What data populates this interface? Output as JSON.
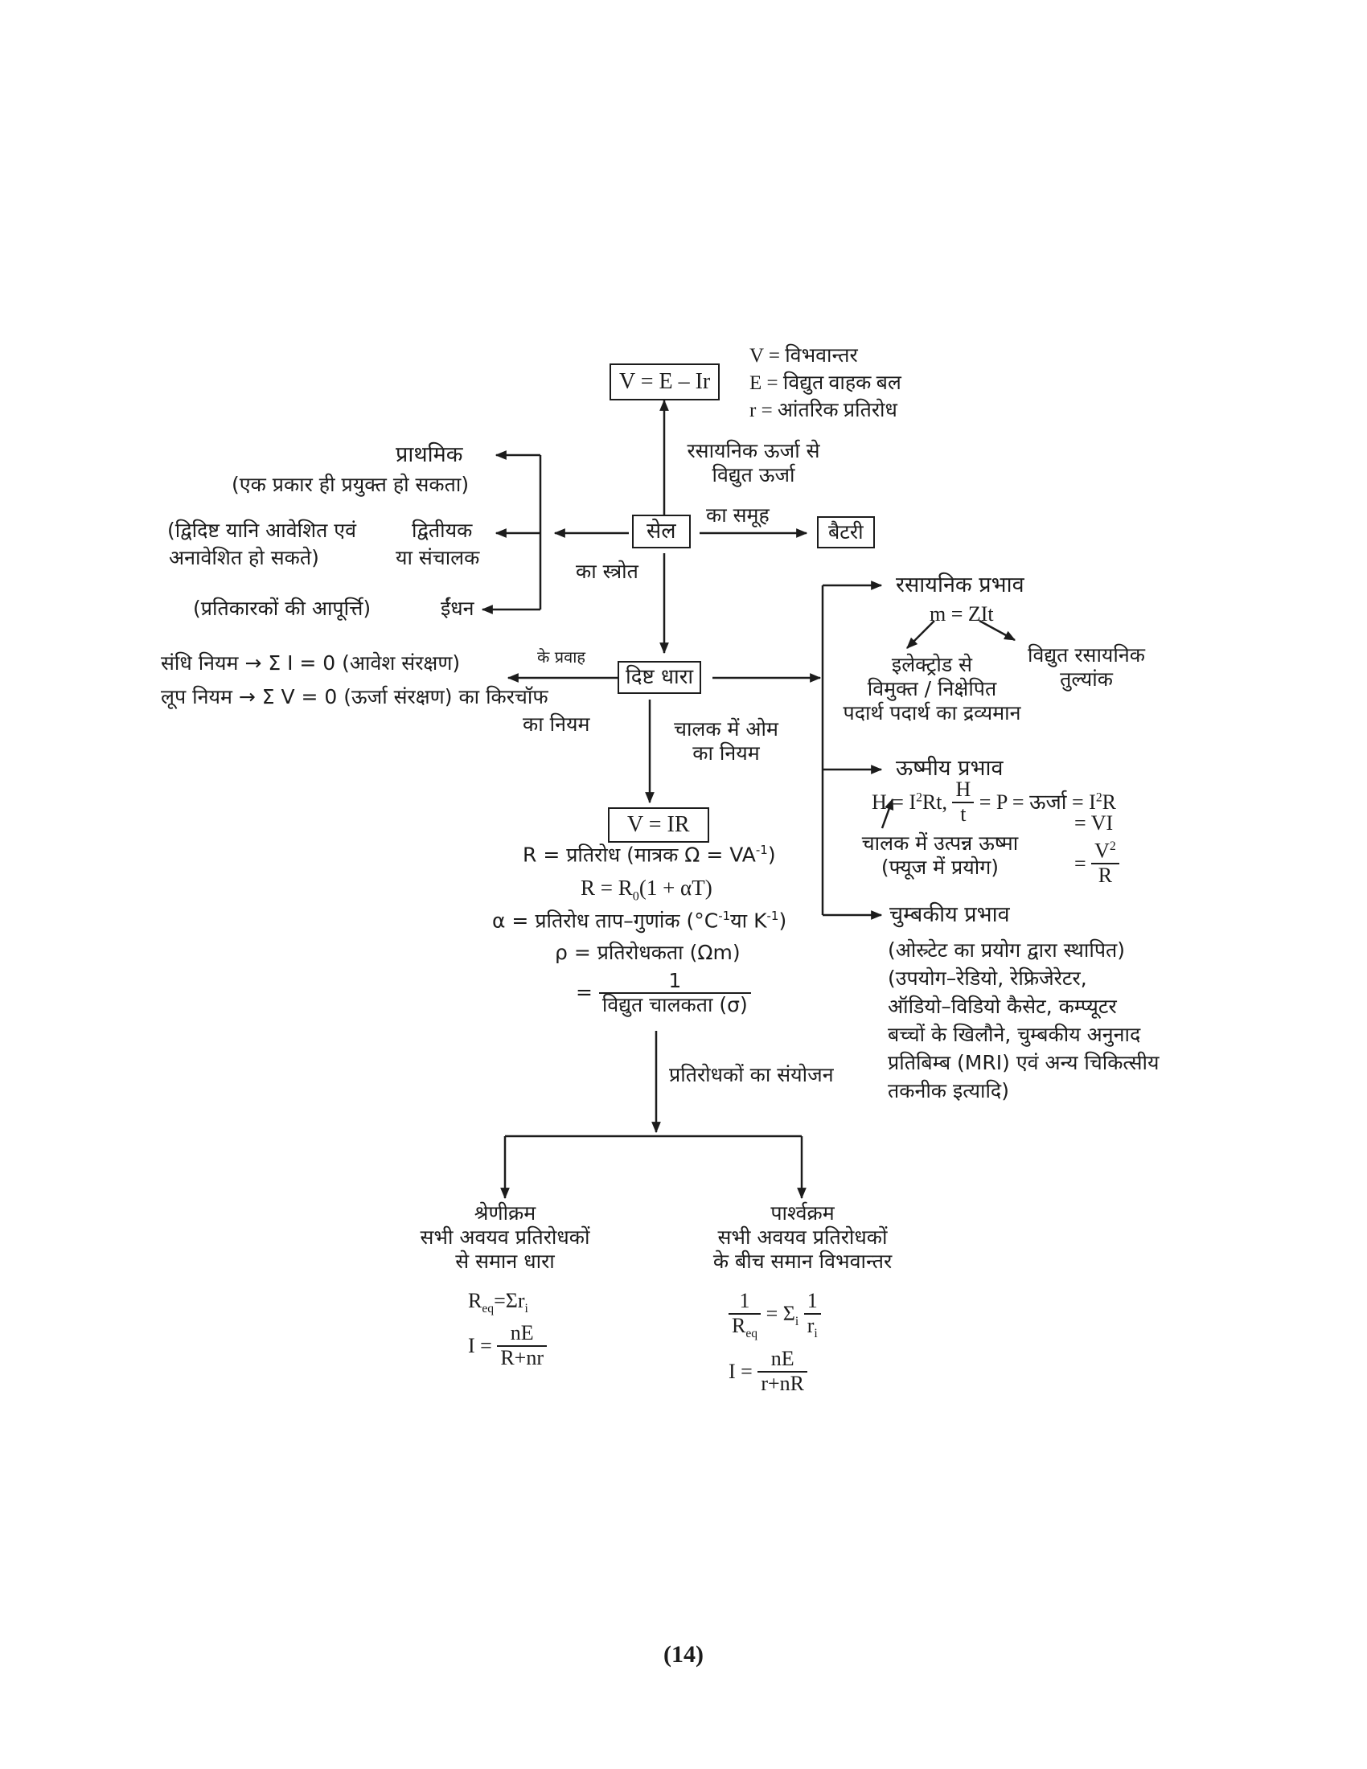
{
  "emf": {
    "formula": "V = E – Ir",
    "defs": [
      "V = विभवान्तर",
      "E = विद्युत वाहक बल",
      "r = आंतरिक प्रतिरोध"
    ]
  },
  "cell": {
    "label": "सेल",
    "up_edge": [
      "रसायनिक ऊर्जा से",
      "विद्युत ऊर्जा"
    ],
    "right_edge": "का समूह",
    "down_edge": "का स्त्रोत"
  },
  "battery": {
    "label": "बैटरी"
  },
  "cell_types": {
    "primary": {
      "label": "प्राथमिक",
      "note": "(एक प्रकार ही प्रयुक्त हो सकता)"
    },
    "secondary": {
      "note": [
        "(द्विदिष्ट यानि आवेशित एवं",
        "अनावेशित हो सकते)"
      ],
      "label": [
        "द्वितीयक",
        "या संचालक"
      ]
    },
    "fuel": {
      "note": "(प्रतिकारकों की आपूर्त्ति)",
      "label": "ईंधन"
    }
  },
  "dc": {
    "label": "दिष्ट धारा",
    "flow_label": "के प्रवाह",
    "ohm_edge": [
      "चालक में ओम",
      "का नियम"
    ]
  },
  "kirchhoff": {
    "junction": "संधि नियम → Σ I = 0 (आवेश संरक्षण)",
    "loop": "लूप नियम → Σ V = 0 (ऊर्जा संरक्षण) का किरचॉफ",
    "label": "का नियम"
  },
  "ohm": {
    "formula": "V = IR",
    "resistance_def_a": "R = प्रतिरोध (मात्रक Ω = VA",
    "resistance_def_sup": "-1",
    "resistance_def_b": ")",
    "temp_a": "R = R",
    "temp_sub": "0",
    "temp_b": "(1 + αT)",
    "alpha_a": "α = प्रतिरोध ताप–गुणांक (°C",
    "alpha_sup1": "-1",
    "alpha_mid": "या K",
    "alpha_sup2": "-1",
    "alpha_b": ")",
    "rho": "ρ = प्रतिरोधकता (Ωm)",
    "rho_eq": "=",
    "rho_num": "1",
    "rho_den": "विद्युत चालकता (σ)"
  },
  "combination": {
    "label": "प्रतिरोधकों का संयोजन",
    "series": {
      "title": "श्रेणीक्रम",
      "desc": [
        "सभी अवयव प्रतिरोधकों",
        "से समान धारा"
      ],
      "req_a": "R",
      "req_sub": "eq",
      "req_b": "=Σr",
      "req_sub2": "i",
      "current_lhs": "I =",
      "current_num": "nE",
      "current_den": "R+nr"
    },
    "parallel": {
      "title": "पार्श्वक्रम",
      "desc": [
        "सभी अवयव प्रतिरोधकों",
        "के बीच समान विभवान्तर"
      ],
      "req_num1": "1",
      "req_den1a": "R",
      "req_den1b": "eq",
      "req_mid": "= Σ",
      "req_mid_sub": "i",
      "req_num2": "1",
      "req_den2a": "r",
      "req_den2b": "i",
      "current_lhs": "I =",
      "current_num": "nE",
      "current_den": "r+nR"
    }
  },
  "effects": {
    "chemical": {
      "label": "रसायनिक प्रभाव",
      "formula": "m = ZIt",
      "mass": [
        "इलेक्ट्रोड से",
        "विमुक्त / निक्षेपित",
        "पदार्थ पदार्थ का द्रव्यमान"
      ],
      "equiv": [
        "विद्युत रसायनिक",
        "तुल्यांक"
      ]
    },
    "heat": {
      "label": "ऊष्मीय प्रभाव",
      "f_a": "H = I",
      "f_sup": "2",
      "f_b": "Rt,",
      "f_num": "H",
      "f_den": "t",
      "f_c": "= P = ऊर्जा = I",
      "f_sup2": "2",
      "f_d": "R",
      "vi": "= VI",
      "v2r_eq": "=",
      "v2r_num_a": "V",
      "v2r_num_sup": "2",
      "v2r_den": "R",
      "note": [
        "चालक में उत्पन्न ऊष्मा",
        "(फ्यूज में प्रयोग)"
      ]
    },
    "magnetic": {
      "label": "चुम्बकीय प्रभाव",
      "desc": [
        "(ओस्र्टेट का प्रयोग द्वारा स्थापित)",
        "(उपयोग–रेडियो, रेफ्रिजेरेटर,",
        "ऑडियो–विडियो कैसेट, कम्प्यूटर",
        "बच्चों के खिलौने, चुम्बकीय अनुनाद",
        "प्रतिबिम्ब (MRI) एवं अन्य चिकित्सीय",
        "तकनीक इत्यादि)"
      ]
    }
  },
  "page_number": "(14)"
}
